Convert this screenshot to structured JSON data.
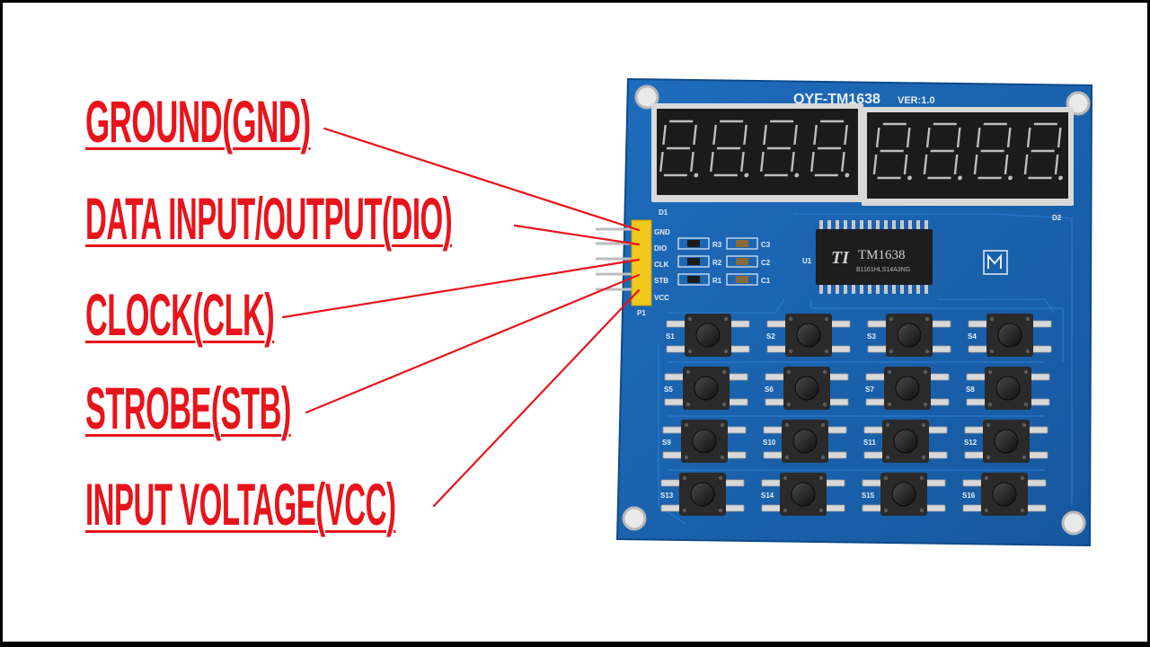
{
  "labels": {
    "gnd": "GROUND(GND)",
    "dio": "DATA INPUT/OUTPUT(DIO)",
    "clk": "CLOCK(CLK)",
    "stb": "STROBE(STB)",
    "vcc": "INPUT VOLTAGE(VCC)"
  },
  "board": {
    "title": "QYF-TM1638",
    "version": "VER:1.0",
    "chip_name": "TM1638",
    "chip_code": "B1161HLS14A3NG",
    "designators": {
      "d1": "D1",
      "d2": "D2",
      "u1": "U1",
      "p1": "P1",
      "r1": "R1",
      "r2": "R2",
      "r3": "R3",
      "c1": "C1",
      "c2": "C2",
      "c3": "C3"
    },
    "pins": [
      "GND",
      "DIO",
      "CLK",
      "STB",
      "VCC"
    ],
    "switches": [
      "S1",
      "S2",
      "S3",
      "S4",
      "S5",
      "S6",
      "S7",
      "S8",
      "S9",
      "S10",
      "S11",
      "S12",
      "S13",
      "S14",
      "S15",
      "S16"
    ],
    "digit_readout": "8.8.8.8.8.8.8.8."
  },
  "colors": {
    "label": "#e8141c",
    "pcb": "#1a63b0",
    "display": "#1b1b1b",
    "header": "#f2c81c"
  }
}
